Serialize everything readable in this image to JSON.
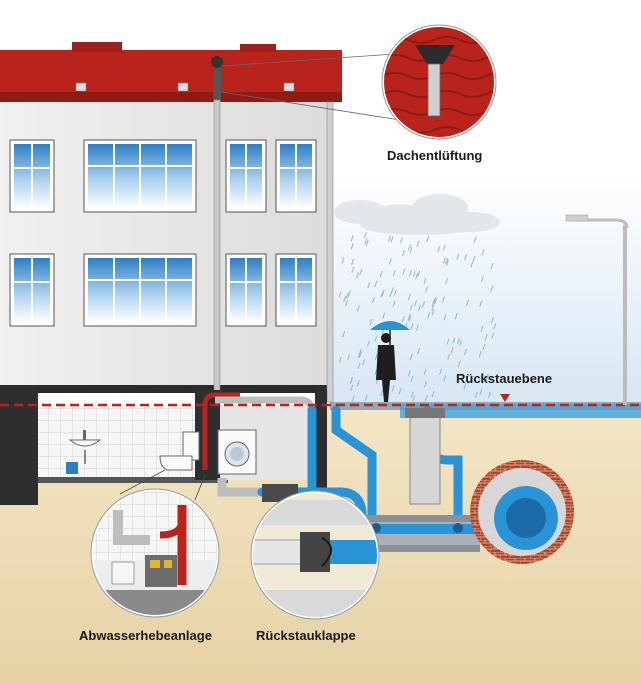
{
  "labels": {
    "roof_vent": "Dachentlüftung",
    "backflow_level": "Rückstauebene",
    "lifting_station": "Abwasserhebeanlage",
    "backflow_flap": "Rückstauklappe"
  },
  "colors": {
    "roof": "#b8241c",
    "facade": "#e9e8e6",
    "window_glass": "#3f8fcf",
    "soil": "#ead9b4",
    "water": "#2a93d6",
    "backflow_line": "#b8241c",
    "sewer_brick": "#b5432a",
    "tiles": "#f4f4f2"
  },
  "icons": [
    "roof-vent-icon",
    "umbrella-person-icon",
    "street-lamp-icon",
    "cloud-icon",
    "rain-icon",
    "sink-icon",
    "toilet-icon",
    "washing-machine-icon"
  ]
}
